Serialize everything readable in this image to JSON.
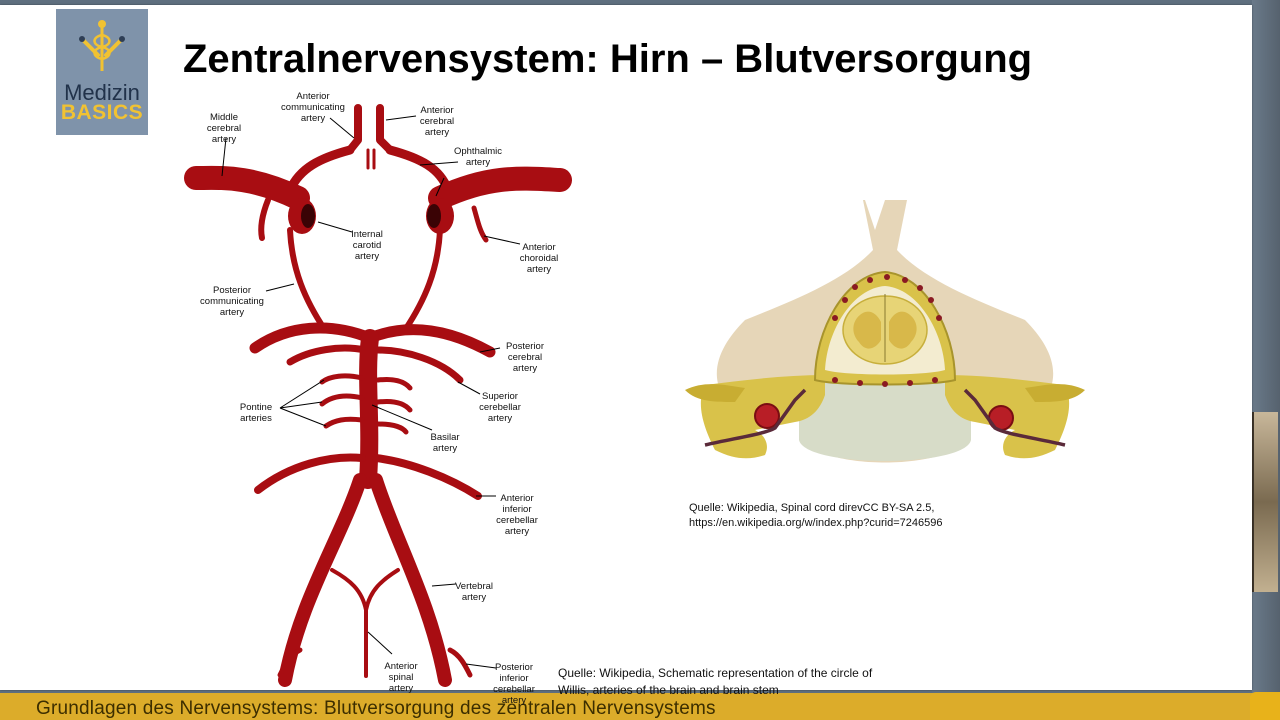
{
  "taskbar": {
    "text": "Grundlagen des Nervensystems: Blutversorgung des zentralen Nervensystems"
  },
  "logo": {
    "line1": "Medizin",
    "line2": "BASICS",
    "icon": "caduceus-icon"
  },
  "slide": {
    "title": "Zentralnervensystem: Hirn – Blutversorgung",
    "circle_labels": {
      "anterior_communicating": "Anterior\ncommunicating\nartery",
      "anterior_cerebral": "Anterior\ncerebral\nartery",
      "middle_cerebral": "Middle\ncerebral\nartery",
      "ophthalmic": "Ophthalmic\nartery",
      "internal_carotid": "Internal\ncarotid\nartery",
      "anterior_choroidal": "Anterior\nchoroidal\nartery",
      "posterior_communicating": "Posterior\ncommunicating\nartery",
      "posterior_cerebral": "Posterior\ncerebral\nartery",
      "pontine": "Pontine\narteries",
      "superior_cerebellar": "Superior\ncerebellar\nartery",
      "basilar": "Basilar\nartery",
      "anterior_inferior_cerebellar": "Anterior\ninferior\ncerebellar\nartery",
      "vertebral": "Vertebral\nartery",
      "anterior_spinal": "Anterior\nspinal\nartery",
      "posterior_inferior_cerebellar": "Posterior\ninferior\ncerebellar\nartery"
    },
    "caption_spinal": "Quelle: Wikipedia, Spinal cord direvCC BY-SA 2.5,\nhttps://en.wikipedia.org/w/index.php?curid=7246596",
    "caption_circle": "Quelle: Wikipedia, Schematic representation of the circle of\nWillis, arteries of the brain and brain stem"
  },
  "colors": {
    "artery": "#a80d12",
    "bone": "#e6d6b8",
    "cord": "#d9c24a",
    "taskbar": "#dcac2a",
    "logo_bg": "#7f93aa"
  }
}
